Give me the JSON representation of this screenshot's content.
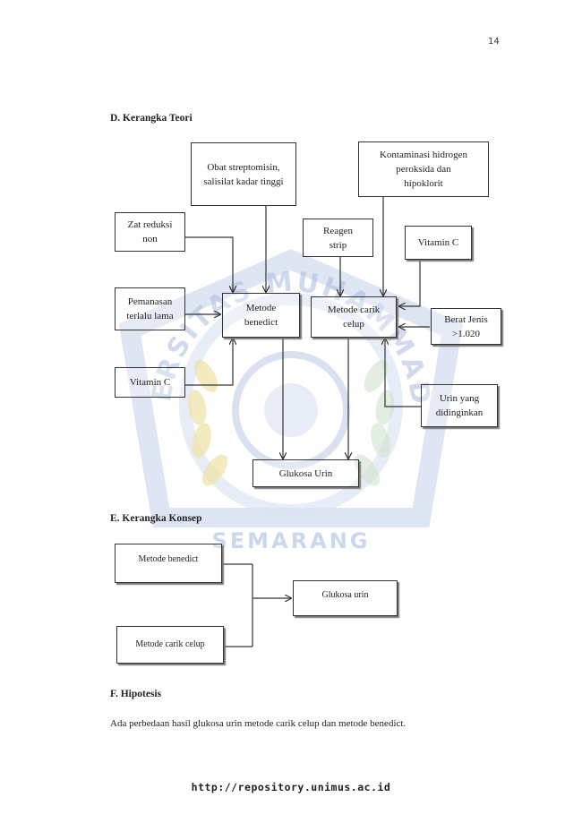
{
  "page_number": "14",
  "watermark": {
    "arc_top": "UNIVERSITAS MUHAMMADIYAH",
    "arc_bottom": "SEMARANG"
  },
  "section_d": {
    "heading": "D. Kerangka Teori",
    "boxes": {
      "obat": "Obat streptomisin,\nsalisilat kadar tinggi",
      "kontaminasi": "Kontaminasi hidrogen\nperoksida dan\nhipoklorit",
      "zat_reduksi": "Zat reduksi\nnon",
      "reagen": "Reagen\nstrip",
      "vitamin_c_right": "Vitamin C",
      "pemanasan": "Pemanasan\nterlalu lama",
      "metode_benedict": "Metode\nbenedict",
      "metode_carik": "Metode carik\ncelup",
      "berat_jenis": "Berat Jenis\n>1.020",
      "vitamin_c_left": "Vitamin C",
      "urin_didinginkan": "Urin yang\ndidinginkan",
      "glukosa_urin": "Glukosa Urin"
    }
  },
  "section_e": {
    "heading": "E. Kerangka Konsep",
    "boxes": {
      "metode_benedict": "Metode benedict",
      "glukosa_urin": "Glukosa urin",
      "metode_carik": "Metode carik celup"
    }
  },
  "section_f": {
    "heading": "F. Hipotesis",
    "text": "Ada perbedaan hasil glukosa urin metode carik celup dan metode benedict."
  },
  "footer": "http://repository.unimus.ac.id",
  "colors": {
    "watermark_blue": "#9fb3d9",
    "watermark_gold": "#efe2a6",
    "line": "#333333"
  }
}
